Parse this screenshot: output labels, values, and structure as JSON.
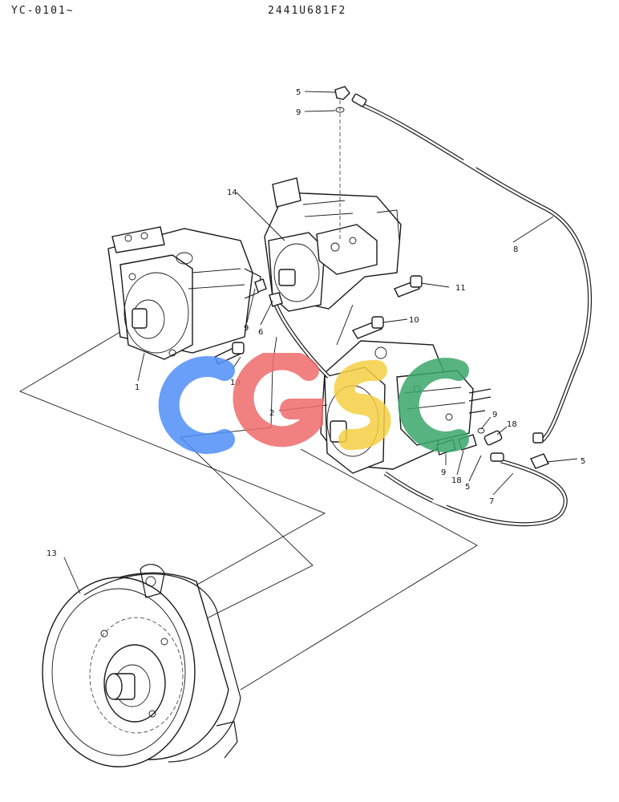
{
  "header": {
    "serial_range": "YC-0101~",
    "drawing_number": "2441U681F2"
  },
  "callouts": {
    "c1": "1",
    "c2": "2",
    "c5a": "5",
    "c5b": "5",
    "c5c": "5",
    "c6": "6",
    "c7": "7",
    "c8": "8",
    "c9a": "9",
    "c9b": "9",
    "c9c": "9",
    "c9d": "9",
    "c10a": "10",
    "c10b": "10",
    "c11": "11",
    "c13": "13",
    "c14": "14",
    "c18a": "18",
    "c18b": "18"
  },
  "watermark": {
    "letters": [
      "C",
      "G",
      "S",
      "C"
    ],
    "colors": [
      "#4f8ff7",
      "#ef6c6c",
      "#f6cf45",
      "#3aa86b"
    ]
  }
}
